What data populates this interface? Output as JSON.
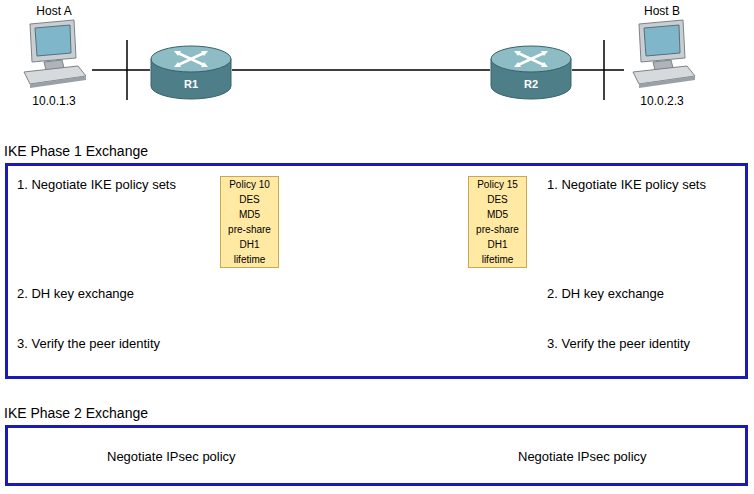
{
  "diagram": {
    "nodes": [
      {
        "text": [
          "Host A",
          "10.0.1.3"
        ]
      },
      {
        "text": [
          "R1"
        ]
      },
      {
        "text": [
          "R2"
        ]
      },
      {
        "text": [
          "Host B",
          "10.0.2.3"
        ]
      },
      {
        "text": [
          "IKE Phase 1 Exchange"
        ]
      },
      {
        "text": [
          "Policy 10",
          "DES",
          "MD5",
          "pre-share",
          "DH1",
          "lifetime"
        ],
        "in": 4
      },
      {
        "text": [
          "Policy 15",
          "DES",
          "MD5",
          "pre-share",
          "DH1",
          "lifetime"
        ],
        "in": 4
      },
      {
        "text": [
          "IKE Phase 2 Exchange"
        ]
      }
    ],
    "edges": [
      {
        "from": 0,
        "to": 1,
        "arrow": "none"
      },
      {
        "from": 1,
        "to": 2,
        "arrow": "none"
      },
      {
        "from": 2,
        "to": 3,
        "arrow": "none"
      },
      {
        "from": 5,
        "to": 6,
        "arrow": "to"
      },
      {
        "from": 6,
        "to": 5,
        "arrow": "to"
      }
    ],
    "labels": [
      "1. Negotiate IKE policy sets",
      "1. Negotiate IKE policy sets",
      "2. DH key exchange",
      "2. DH key exchange",
      "3. Verify the peer identity",
      "3. Verify the peer identity",
      "Negotiate IPsec policy",
      "Negotiate IPsec policy"
    ]
  }
}
